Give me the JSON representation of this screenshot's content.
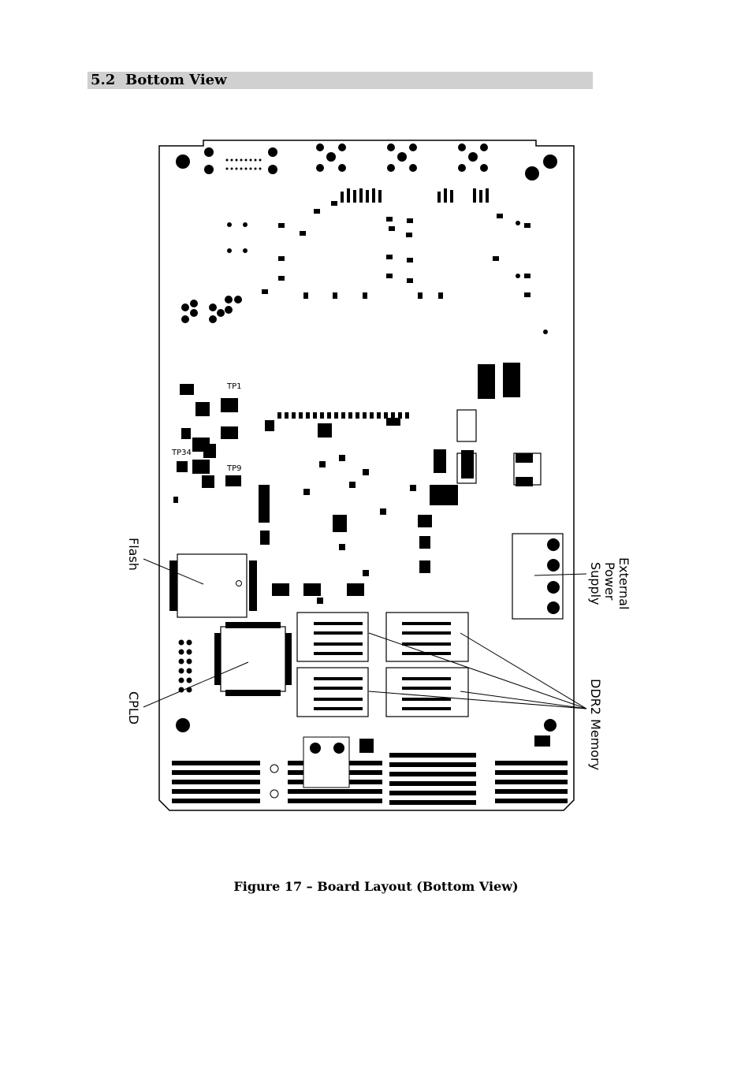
{
  "section": {
    "number": "5.2",
    "title": "Bottom View"
  },
  "figure": {
    "labels": {
      "flash": "Flash",
      "cpld": "CPLD",
      "external_power_line1": "External",
      "external_power_line2": "Power",
      "external_power_line3": "Supply",
      "ddr2": "DDR2 Memory"
    },
    "board_markings": {
      "tp1": "TP1",
      "tp34": "TP34",
      "tp9": "TP9"
    }
  },
  "caption": "Figure 17 – Board Layout (Bottom View)"
}
